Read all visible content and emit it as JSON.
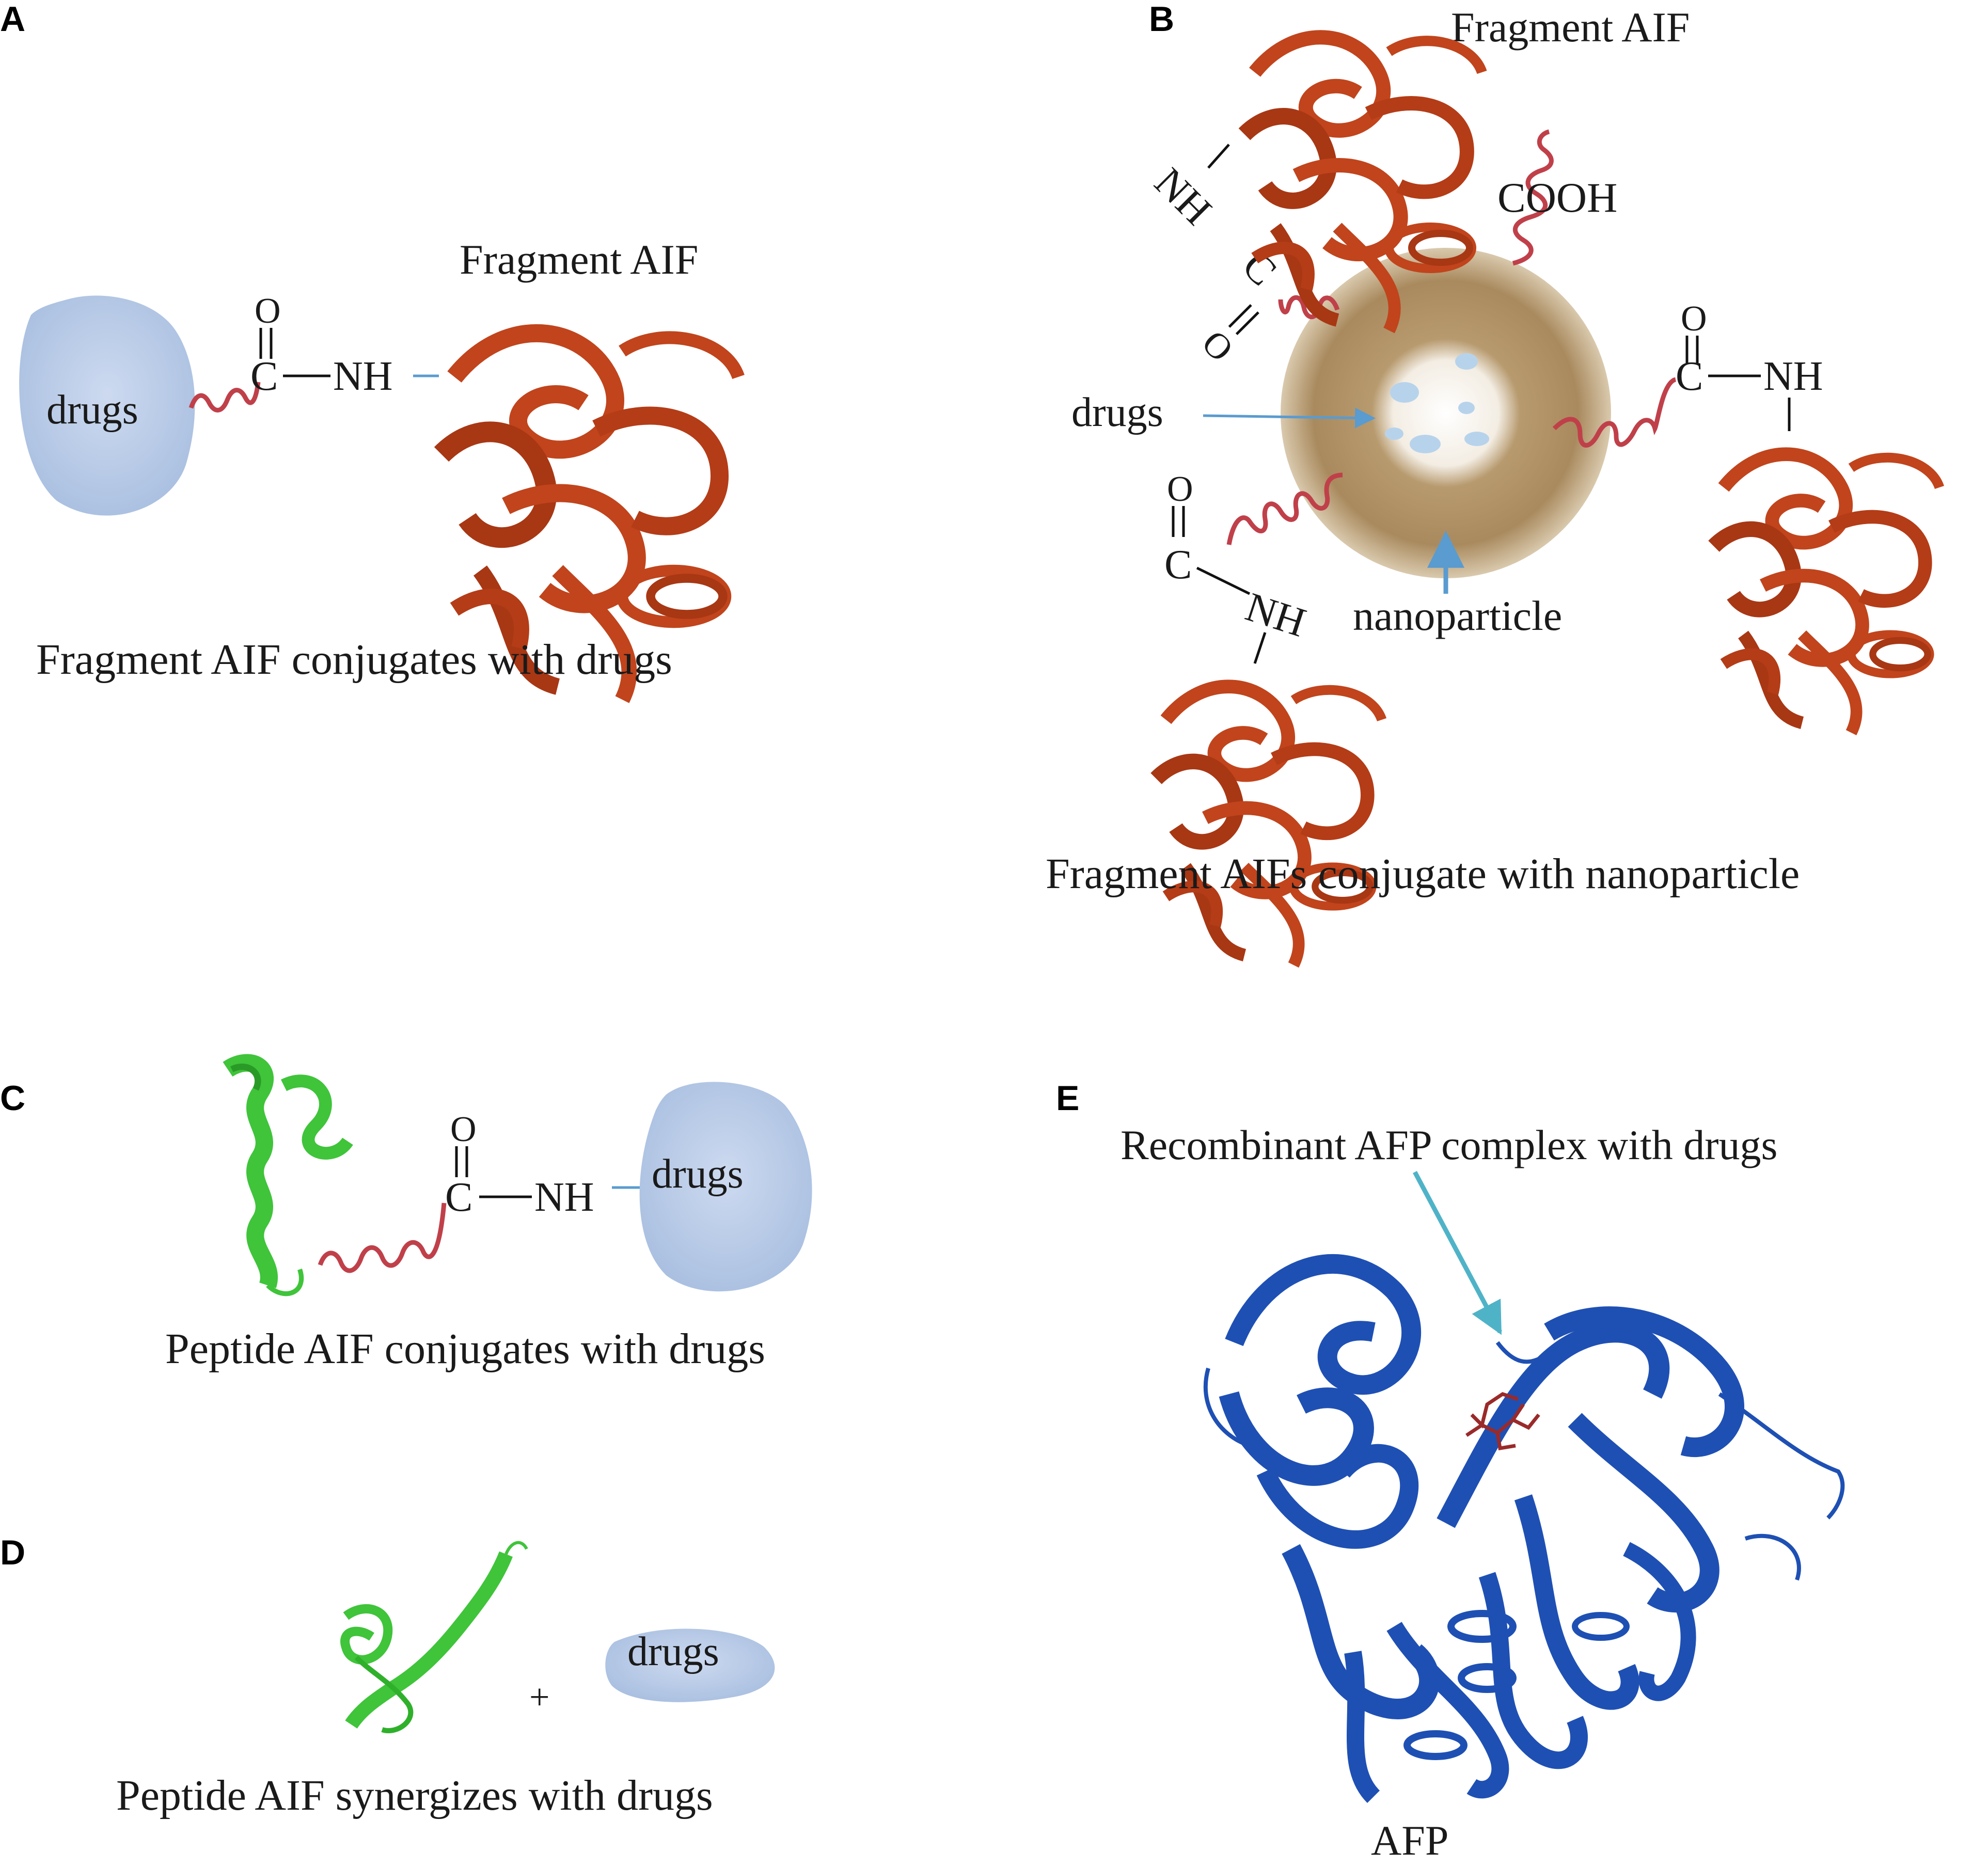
{
  "colors": {
    "drugs_blob": "#b9cbe6",
    "linker": "#c0404a",
    "fragment_protein": "#c1441c",
    "peptide_protein": "#3fc43a",
    "afp_protein": "#1e50b4",
    "nanoparticle_shell": "#a98a5e",
    "arrow": "#5a9bd0",
    "afp_arrow": "#4fb3c8",
    "ligand": "#9a2a2a"
  },
  "panels": {
    "A": {
      "letter": "A",
      "fragment_label": "Fragment AIF",
      "drugs_label": "drugs",
      "oxygen": "O",
      "carbon": "C",
      "amine": "NH",
      "caption": "Fragment  AIF conjugates with drugs"
    },
    "B": {
      "letter": "B",
      "fragment_label": "Fragment AIF",
      "cooh_label": "COOH",
      "drugs_label": "drugs",
      "nanoparticle_label": "nanoparticle",
      "oxygen": "O",
      "carbon": "C",
      "amine": "NH",
      "caption": "Fragment  AIFs conjugate with nanoparticle"
    },
    "C": {
      "letter": "C",
      "drugs_label": "drugs",
      "oxygen": "O",
      "carbon": "C",
      "amine": "NH",
      "caption": "Peptide AIF conjugates  with drugs"
    },
    "D": {
      "letter": "D",
      "plus": "+",
      "drugs_label": "drugs",
      "caption": "Peptide AIF synergizes with  drugs"
    },
    "E": {
      "letter": "E",
      "complex_label": "Recombinant AFP complex with  drugs",
      "afp_label": "AFP"
    }
  }
}
